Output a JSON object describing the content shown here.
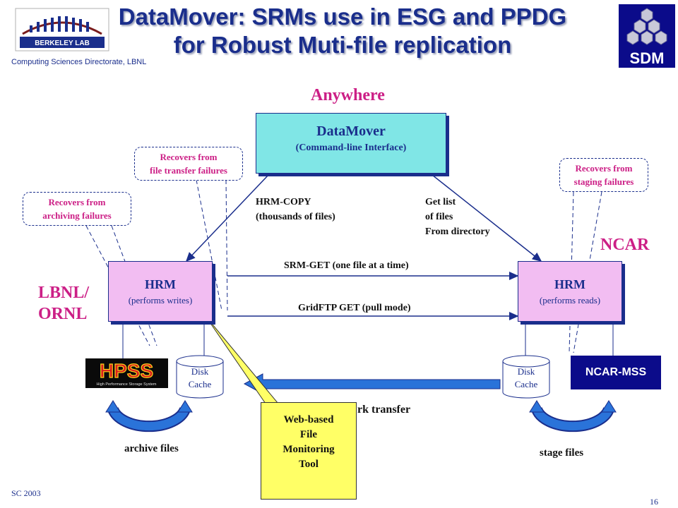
{
  "title": {
    "line1": "DataMover: SRMs use in ESG and PPDG",
    "line2": "for Robust Muti-file replication"
  },
  "logo": {
    "caption": "Computing Sciences Directorate, LBNL",
    "brand": "BERKELEY LAB"
  },
  "sdm_logo": "SDM",
  "anywhere": "Anywhere",
  "datamover": {
    "name": "DataMover",
    "sub": "(Command-line Interface)"
  },
  "hrm_left": {
    "name": "HRM",
    "sub": "(performs writes)"
  },
  "hrm_right": {
    "name": "HRM",
    "sub": "(performs reads)"
  },
  "site_left": {
    "line1": "LBNL/",
    "line2": "ORNL"
  },
  "site_right": "NCAR",
  "callouts": {
    "file_transfer": {
      "line1": "Recovers from",
      "line2": "file transfer failures"
    },
    "archiving": {
      "line1": "Recovers from",
      "line2": "archiving failures"
    },
    "staging": {
      "line1": "Recovers from",
      "line2": "staging failures"
    }
  },
  "labels": {
    "hrm_copy": {
      "line1": "HRM-COPY",
      "line2": "(thousands of files)"
    },
    "get_list": {
      "line1": "Get list",
      "line2": "of files",
      "line3": "From directory"
    },
    "srm_get": "SRM-GET (one file at a time)",
    "gridftp": "GridFTP GET (pull mode)",
    "network": "rk transfer",
    "archive_files": "archive files",
    "stage_files": "stage files"
  },
  "disk_cache": {
    "line1": "Disk",
    "line2": "Cache"
  },
  "hpss": {
    "name": "HPSS",
    "sub": "High Performance Storage System"
  },
  "ncar_mss": "NCAR-MSS",
  "tool": {
    "line1": "Web-based",
    "line2": "File",
    "line3": "Monitoring",
    "line4": "Tool"
  },
  "footer": {
    "left": "SC 2003",
    "page": "16"
  },
  "colors": {
    "navy": "#1a2e8c",
    "pink": "#cc1f86",
    "cyan_box": "#80e6e6",
    "hrm_box": "#f2bdf2",
    "arrow_blue": "#2a73d9",
    "tool_yellow": "#ffff66"
  }
}
